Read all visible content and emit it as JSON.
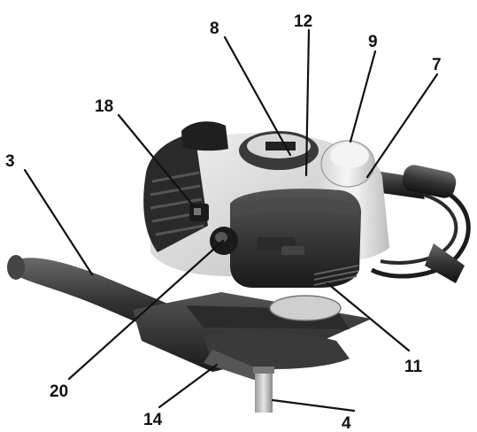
{
  "callouts": [
    {
      "id": "c3",
      "label": "3"
    },
    {
      "id": "c4",
      "label": "4"
    },
    {
      "id": "c7",
      "label": "7"
    },
    {
      "id": "c8",
      "label": "8"
    },
    {
      "id": "c9",
      "label": "9"
    },
    {
      "id": "c11",
      "label": "11"
    },
    {
      "id": "c12",
      "label": "12"
    },
    {
      "id": "c14",
      "label": "14"
    },
    {
      "id": "c18",
      "label": "18"
    },
    {
      "id": "c20",
      "label": "20"
    }
  ],
  "colors": {
    "background": "#ffffff",
    "ink": "#111111"
  }
}
